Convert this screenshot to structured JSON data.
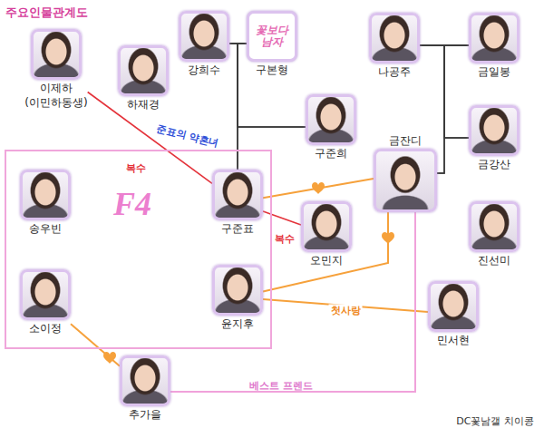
{
  "diagram": {
    "title": "주요인물관계도",
    "nodes": [
      {
        "text": [
          "강희수"
        ]
      },
      {
        "text": [
          "꽃보다 남자",
          "구본형"
        ]
      },
      {
        "text": [
          "나공주"
        ]
      },
      {
        "text": [
          "금일봉"
        ]
      },
      {
        "text": [
          "이제하",
          "(이민하동생)"
        ]
      },
      {
        "text": [
          "하재경"
        ]
      },
      {
        "text": [
          "구준희"
        ]
      },
      {
        "text": [
          "금강산"
        ]
      },
      {
        "text": [
          "F4"
        ]
      },
      {
        "text": [
          "송우빈"
        ],
        "in": 8
      },
      {
        "text": [
          "구준표"
        ],
        "in": 8
      },
      {
        "text": [
          "금잔디"
        ]
      },
      {
        "text": [
          "오민지"
        ]
      },
      {
        "text": [
          "진선미"
        ]
      },
      {
        "text": [
          "소이정"
        ],
        "in": 8
      },
      {
        "text": [
          "윤지후"
        ],
        "in": 8
      },
      {
        "text": [
          "민서현"
        ]
      },
      {
        "text": [
          "추가을"
        ]
      }
    ],
    "edges": [
      {
        "from": 0,
        "to": 1,
        "arrow": "none"
      },
      {
        "from": 0,
        "to": 10,
        "arrow": "none"
      },
      {
        "from": 1,
        "to": 10,
        "arrow": "none"
      },
      {
        "from": 0,
        "to": 6,
        "arrow": "none"
      },
      {
        "from": 1,
        "to": 6,
        "arrow": "none"
      },
      {
        "from": 2,
        "to": 3,
        "arrow": "none"
      },
      {
        "from": 2,
        "to": 7,
        "arrow": "none"
      },
      {
        "from": 3,
        "to": 7,
        "arrow": "none"
      },
      {
        "from": 2,
        "to": 11,
        "arrow": "none"
      },
      {
        "from": 3,
        "to": 11,
        "arrow": "none"
      },
      {
        "from": 4,
        "to": 10,
        "label": "복수",
        "arrow": "none"
      },
      {
        "from": 10,
        "to": 12,
        "label": "복수",
        "arrow": "none"
      },
      {
        "from": 10,
        "to": 11,
        "arrow": "none"
      },
      {
        "from": 11,
        "to": 15,
        "arrow": "none"
      },
      {
        "from": 15,
        "to": 16,
        "label": "첫사랑",
        "arrow": "none"
      },
      {
        "from": 14,
        "to": 17,
        "arrow": "none"
      },
      {
        "from": 17,
        "to": 11,
        "label": "베스트 프렌드",
        "arrow": "none"
      }
    ],
    "labels": [
      "준표의 약혼녀",
      "DC꽃남갤 치이콩"
    ]
  }
}
